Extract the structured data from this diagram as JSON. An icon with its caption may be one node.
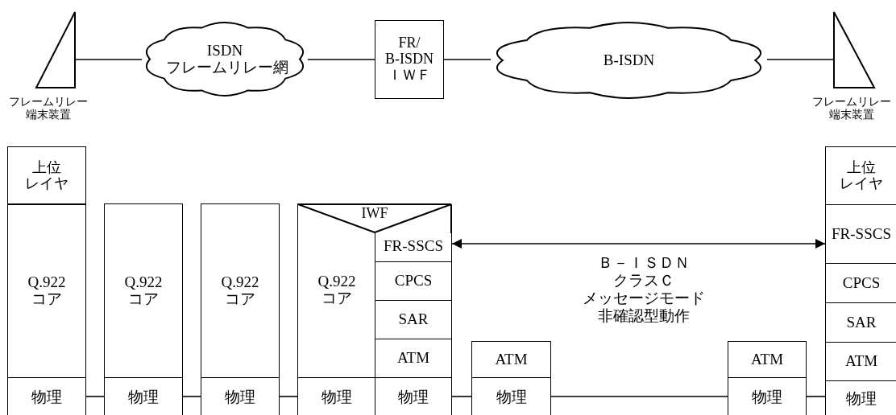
{
  "diagram": {
    "nodes": [
      {
        "text": [
          "フレームリレー端末装置"
        ]
      },
      {
        "text": [
          "ISDN フレームリレー網"
        ]
      },
      {
        "text": [
          "FR/ B-ISDN ＩＷＦ"
        ]
      },
      {
        "text": [
          "B-ISDN"
        ]
      },
      {
        "text": [
          "フレームリレー端末装置"
        ]
      },
      {
        "text": [
          "上位レイヤ"
        ]
      },
      {
        "text": [
          "Q.922 コア"
        ]
      },
      {
        "text": [
          "物理"
        ]
      },
      {
        "text": [
          "Q.922 コア"
        ]
      },
      {
        "text": [
          "物理"
        ]
      },
      {
        "text": [
          "Q.922 コア"
        ]
      },
      {
        "text": [
          "物理"
        ]
      },
      {
        "text": [
          "IWF"
        ]
      },
      {
        "text": [
          "Q.922 コア"
        ]
      },
      {
        "text": [
          "物理"
        ]
      },
      {
        "text": [
          "FR-SSCS"
        ]
      },
      {
        "text": [
          "CPCS"
        ]
      },
      {
        "text": [
          "SAR"
        ]
      },
      {
        "text": [
          "ATM"
        ]
      },
      {
        "text": [
          "物理"
        ]
      },
      {
        "text": [
          "ATM"
        ]
      },
      {
        "text": [
          "物理"
        ]
      },
      {
        "text": [
          "ATM"
        ]
      },
      {
        "text": [
          "物理"
        ]
      },
      {
        "text": [
          "上位レイヤ"
        ]
      },
      {
        "text": [
          "FR-SSCS"
        ]
      },
      {
        "text": [
          "CPCS"
        ]
      },
      {
        "text": [
          "SAR"
        ]
      },
      {
        "text": [
          "ATM"
        ]
      },
      {
        "text": [
          "物理"
        ]
      }
    ],
    "edges": [
      {
        "from": 0,
        "to": 1,
        "arrow": "none"
      },
      {
        "from": 1,
        "to": 2,
        "arrow": "none"
      },
      {
        "from": 2,
        "to": 3,
        "arrow": "none"
      },
      {
        "from": 3,
        "to": 4,
        "arrow": "none"
      },
      {
        "from": 7,
        "to": 9,
        "arrow": "none"
      },
      {
        "from": 9,
        "to": 11,
        "arrow": "none"
      },
      {
        "from": 11,
        "to": 14,
        "arrow": "none"
      },
      {
        "from": 19,
        "to": 21,
        "arrow": "none"
      },
      {
        "from": 21,
        "to": 23,
        "arrow": "none"
      },
      {
        "from": 23,
        "to": 29,
        "arrow": "none"
      },
      {
        "from": 15,
        "to": 25,
        "arrow": "both",
        "label": "Ｂ－ＩＳＤＮクラスＣメッセージモード非確認型動作"
      }
    ]
  }
}
